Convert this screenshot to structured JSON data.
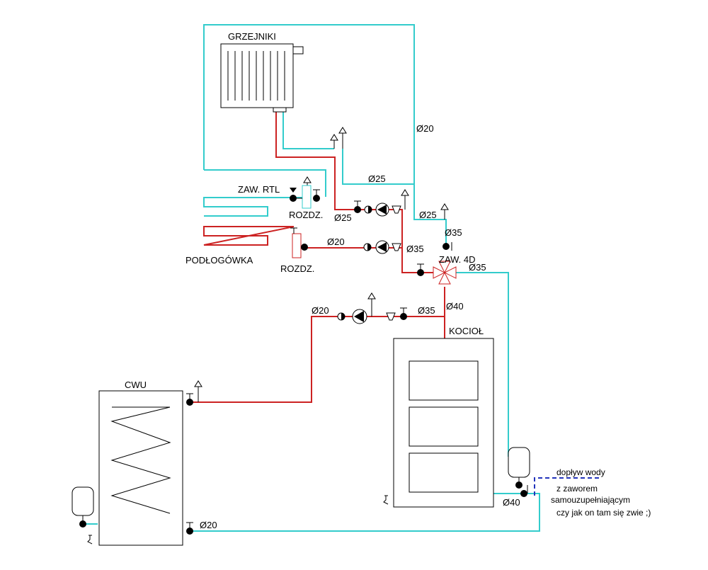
{
  "labels": {
    "grzejniki": "GRZEJNIKI",
    "zaw_rtl": "ZAW. RTL",
    "rozdz1": "ROZDZ.",
    "rozdz2": "ROZDZ.",
    "podlogowka": "PODŁOGÓWKA",
    "zaw_4d": "ZAW. 4D",
    "kociol": "KOCIOŁ",
    "cwu": "CWU",
    "doplyw_1": "dopływ wody",
    "doplyw_2": "z zaworem",
    "doplyw_3": "samouzupełniającym",
    "doplyw_4": "czy jak on tam się zwie ;)"
  },
  "diameters": {
    "d20_riser": "Ø20",
    "d25_top": "Ø25",
    "d25_pump": "Ø25",
    "d25_right": "Ø25",
    "d35_valve": "Ø35",
    "d20_floor": "Ø20",
    "d35_floor": "Ø35",
    "d35_out": "Ø35",
    "d20_cwu": "Ø20",
    "d35_cwu": "Ø35",
    "d40_boiler": "Ø40",
    "d40_return": "Ø40",
    "d20_return": "Ø20"
  },
  "colors": {
    "return_pipe": "#33cccc",
    "supply_pipe": "#cc2222",
    "makeup_water": "#2233bb"
  }
}
